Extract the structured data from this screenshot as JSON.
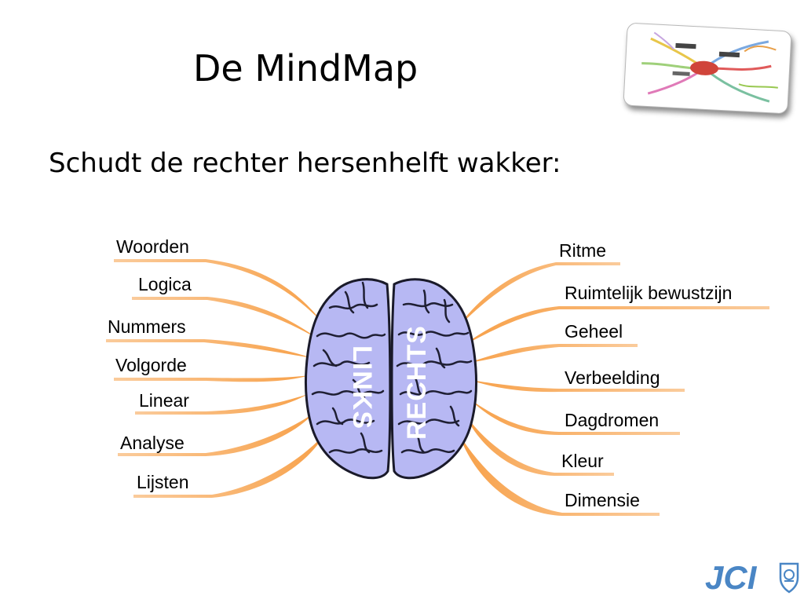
{
  "slide": {
    "title": "De MindMap",
    "subtitle": "Schudt de rechter hersenhelft wakker:"
  },
  "mindmap": {
    "brain_left_label": "LINKS",
    "brain_right_label": "RECHTS",
    "left_items": [
      "Woorden",
      "Logica",
      "Nummers",
      "Volgorde",
      "Linear",
      "Analyse",
      "Lijsten"
    ],
    "right_items": [
      "Ritme",
      "Ruimtelijk bewustzijn",
      "Geheel",
      "Verbeelding",
      "Dagdromen",
      "Kleur",
      "Dimensie"
    ],
    "branch_color": "#f9a64a",
    "brain_color": "#b7b8f3"
  },
  "logo": {
    "text": "JCI"
  },
  "thumbnail": {
    "icon": "mindmap-thumbnail-icon"
  }
}
